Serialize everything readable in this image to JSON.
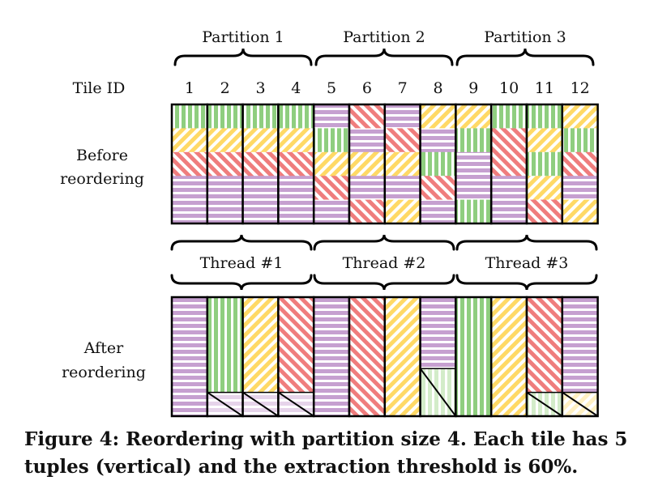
{
  "partitions": [
    "Partition 1",
    "Partition 2",
    "Partition 3"
  ],
  "threads": [
    "Thread #1",
    "Thread #2",
    "Thread #3"
  ],
  "tile_label": "Tile ID",
  "tile_ids": [
    "1",
    "2",
    "3",
    "4",
    "5",
    "6",
    "7",
    "8",
    "9",
    "10",
    "11",
    "12"
  ],
  "row_labels": {
    "before": [
      "Before",
      "reordering"
    ],
    "after": [
      "After",
      "reordering"
    ]
  },
  "caption": {
    "line1": "Figure 4: Reordering with partition size 4. Each tile has 5",
    "line2": "tuples (vertical) and the extraction threshold is 60%."
  },
  "colors": {
    "purple": "#c6a0d0",
    "green": "#8fce7f",
    "yellow": "#ffd966",
    "red": "#ef7d7d",
    "outline": "#000000"
  },
  "patterns": {
    "purple": "horizontal-stripes",
    "green": "vertical-stripes",
    "yellow": "diagonal-stripes-up",
    "red": "diagonal-stripes-down"
  },
  "before_tiles": [
    [
      "green",
      "yellow",
      "red",
      "purple",
      "purple"
    ],
    [
      "green",
      "yellow",
      "red",
      "purple",
      "purple"
    ],
    [
      "green",
      "yellow",
      "red",
      "purple",
      "purple"
    ],
    [
      "green",
      "yellow",
      "red",
      "purple",
      "purple"
    ],
    [
      "purple",
      "green",
      "yellow",
      "red",
      "purple"
    ],
    [
      "red",
      "purple",
      "yellow",
      "purple",
      "red"
    ],
    [
      "purple",
      "red",
      "yellow",
      "purple",
      "yellow"
    ],
    [
      "yellow",
      "purple",
      "green",
      "red",
      "purple"
    ],
    [
      "yellow",
      "green",
      "purple",
      "purple",
      "green"
    ],
    [
      "green",
      "red",
      "red",
      "purple",
      "purple"
    ],
    [
      "green",
      "yellow",
      "green",
      "yellow",
      "red"
    ],
    [
      "yellow",
      "green",
      "red",
      "purple",
      "yellow"
    ]
  ],
  "after_tiles": [
    {
      "fill": "purple",
      "tuples": 5,
      "light": null
    },
    {
      "fill": "green",
      "tuples": 4,
      "light": "purple"
    },
    {
      "fill": "yellow",
      "tuples": 4,
      "light": "purple"
    },
    {
      "fill": "red",
      "tuples": 4,
      "light": "purple"
    },
    {
      "fill": "purple",
      "tuples": 5,
      "light": null
    },
    {
      "fill": "red",
      "tuples": 5,
      "light": null
    },
    {
      "fill": "yellow",
      "tuples": 5,
      "light": null
    },
    {
      "fill": "purple",
      "tuples": 3,
      "light": "green"
    },
    {
      "fill": "green",
      "tuples": 5,
      "light": null
    },
    {
      "fill": "yellow",
      "tuples": 5,
      "light": null
    },
    {
      "fill": "red",
      "tuples": 4,
      "light": "green"
    },
    {
      "fill": "purple",
      "tuples": 4,
      "light": "yellow"
    }
  ]
}
